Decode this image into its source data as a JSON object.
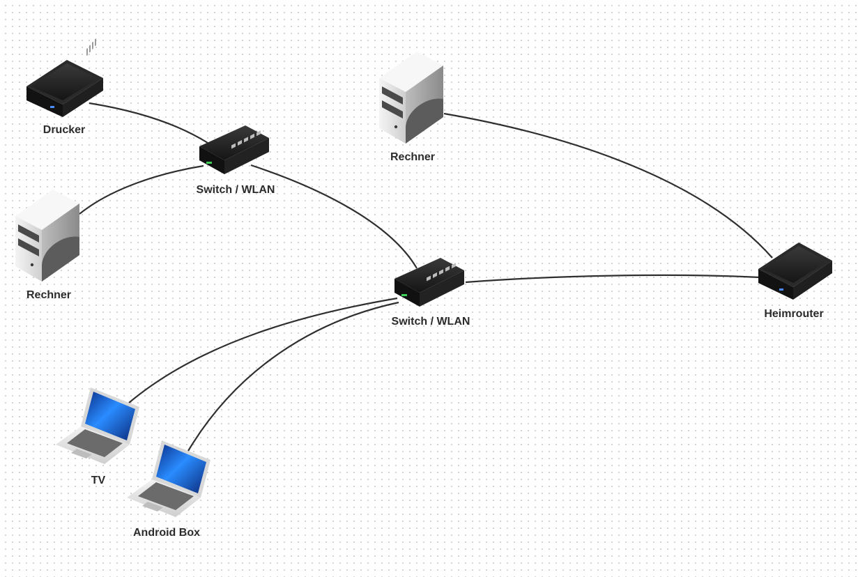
{
  "nodes": {
    "drucker": {
      "label": "Drucker",
      "icon": "router-box-icon"
    },
    "switch_top": {
      "label": "Switch / WLAN",
      "icon": "switch-icon"
    },
    "rechner_left": {
      "label": "Rechner",
      "icon": "server-tower-icon"
    },
    "rechner_top": {
      "label": "Rechner",
      "icon": "server-tower-icon"
    },
    "switch_center": {
      "label": "Switch / WLAN",
      "icon": "switch-icon"
    },
    "heimrouter": {
      "label": "Heimrouter",
      "icon": "router-box-icon"
    },
    "tv": {
      "label": "TV",
      "icon": "laptop-icon"
    },
    "android_box": {
      "label": "Android Box",
      "icon": "laptop-icon"
    }
  },
  "connections": [
    [
      "drucker",
      "switch_top"
    ],
    [
      "rechner_left",
      "switch_top"
    ],
    [
      "switch_top",
      "switch_center"
    ],
    [
      "rechner_top",
      "heimrouter"
    ],
    [
      "switch_center",
      "heimrouter"
    ],
    [
      "tv",
      "switch_center"
    ],
    [
      "android_box",
      "switch_center"
    ]
  ],
  "colors": {
    "connector": "#2f2f2f",
    "device_dark": "#1c1c1c",
    "server_light": "#e4e4e4",
    "screen_blue": "#1a63d8"
  }
}
